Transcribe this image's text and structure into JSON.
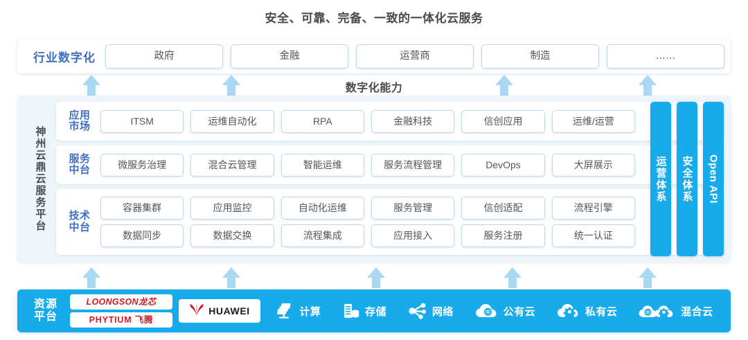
{
  "title": "安全、可靠、完备、一致的一体化云服务",
  "capability_label": "数字化能力",
  "industry": {
    "label": "行业数字化",
    "items": [
      {
        "label": "政府"
      },
      {
        "label": "金融"
      },
      {
        "label": "运营商"
      },
      {
        "label": "制造"
      },
      {
        "label": "……"
      }
    ]
  },
  "platform": {
    "side_label": "神州云鼎云服务平台",
    "tiers": [
      {
        "label_line1": "应用",
        "label_line2": "市场",
        "rows": [
          [
            "ITSM",
            "运维自动化",
            "RPA",
            "金融科技",
            "信创应用",
            "运维/运营"
          ]
        ]
      },
      {
        "label_line1": "服务",
        "label_line2": "中台",
        "rows": [
          [
            "微服务治理",
            "混合云管理",
            "智能运维",
            "服务流程管理",
            "DevOps",
            "大屏展示"
          ]
        ]
      },
      {
        "label_line1": "技术",
        "label_line2": "中台",
        "rows": [
          [
            "容器集群",
            "应用监控",
            "自动化运维",
            "服务管理",
            "信创适配",
            "流程引擎"
          ],
          [
            "数据同步",
            "数据交换",
            "流程集成",
            "应用接入",
            "服务注册",
            "统一认证"
          ]
        ]
      }
    ],
    "pillars": [
      {
        "label": "运营体系",
        "latin": false
      },
      {
        "label": "安全体系",
        "latin": false
      },
      {
        "label": "Open API",
        "latin": true
      }
    ]
  },
  "resource": {
    "label_line1": "资源",
    "label_line2": "平台",
    "chip_logos": [
      {
        "text": "LOONGSON龙芯",
        "style": "italic"
      },
      {
        "text": "PHYTIUM 飞腾",
        "style": "upright"
      }
    ],
    "vendor_logo": {
      "name": "huawei-logo",
      "text": "HUAWEI"
    },
    "items": [
      {
        "label": "计算",
        "icon": "compute-icon"
      },
      {
        "label": "存储",
        "icon": "storage-icon"
      },
      {
        "label": "网络",
        "icon": "network-icon"
      },
      {
        "label": "公有云",
        "icon": "public-cloud-icon"
      },
      {
        "label": "私有云",
        "icon": "private-cloud-icon"
      },
      {
        "label": "混合云",
        "icon": "hybrid-cloud-icon"
      }
    ]
  },
  "arrows": {
    "upper_count": 4,
    "lower_count": 5
  },
  "colors": {
    "brand_blue": "#17abec",
    "arrow_blue": "#a9d8f3",
    "label_blue": "#3f6fc4",
    "panel_bg": "#eef5fa",
    "box_border": "#bcd9ef",
    "title_gray": "#4a4a4a",
    "logo_red": "#cf1b23"
  }
}
